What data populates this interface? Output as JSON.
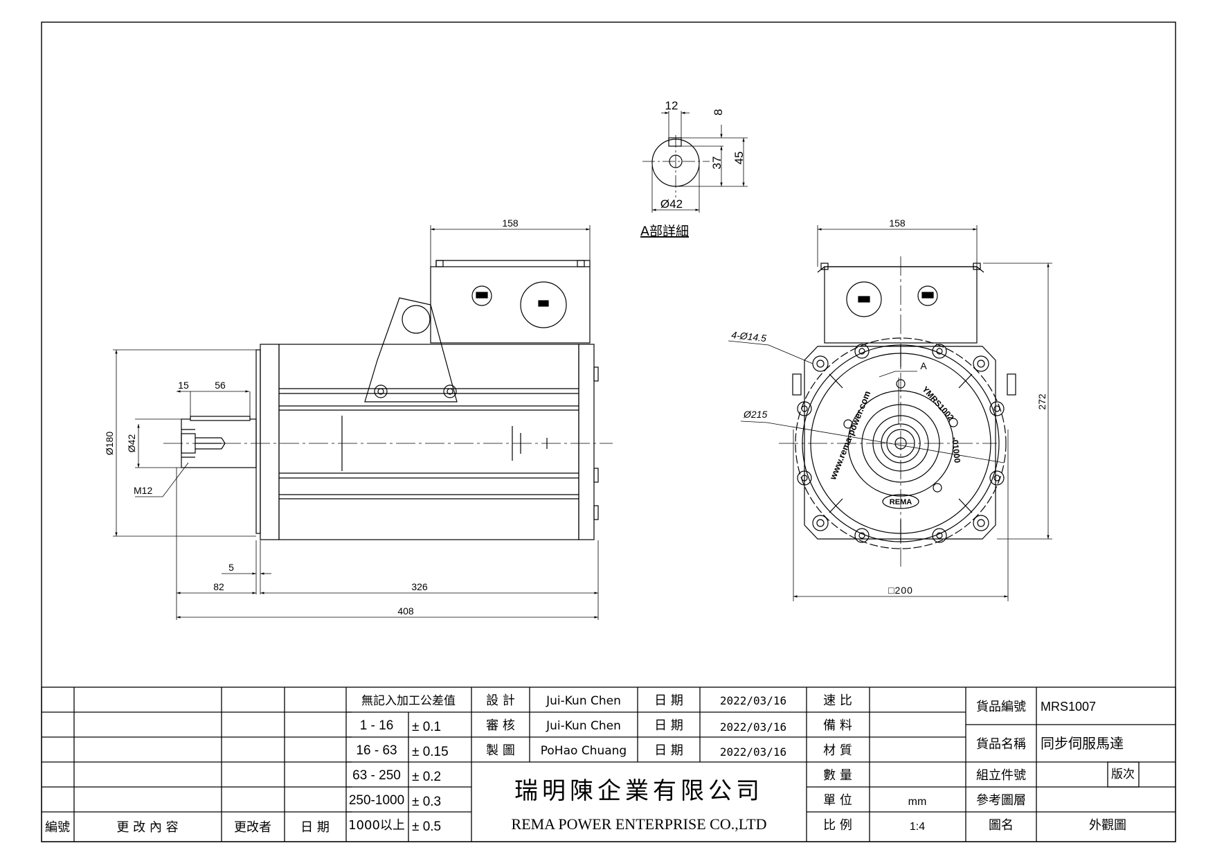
{
  "drawing": {
    "side_view": {
      "dim_terminal_width": "158",
      "dim_key_offset": "15",
      "dim_key_length": "56",
      "dim_flange_dia": "Ø180",
      "dim_shaft_dia": "Ø42",
      "label_thread": "M12",
      "dim_flange_thickness": "5",
      "dim_shaft_length": "82",
      "dim_body_length": "326",
      "dim_total_length": "408"
    },
    "front_view": {
      "dim_terminal_width": "158",
      "label_holes": "4-Ø14.5",
      "label_pcd": "Ø215",
      "label_detail_marker": "A",
      "dim_height": "272",
      "dim_square": "□200",
      "face_text_website": "www.rema-power.com",
      "face_text_model": "YMRS1002",
      "face_text_code": "-01000",
      "face_logo": "REMA"
    },
    "detail": {
      "dim_key_width": "12",
      "dim_key_depth": "8",
      "dim_shaft_key_height": "37",
      "dim_total_height": "45",
      "dim_shaft_dia": "Ø42",
      "title": "A部詳細"
    }
  },
  "title_block": {
    "revision_headers": {
      "number": "編號",
      "content": "更 改 內 容",
      "changer": "更改者",
      "date": "日 期"
    },
    "tolerance": {
      "header": "無記入加工公差值",
      "rows": [
        {
          "range": "1 - 16",
          "tol": "± 0.1"
        },
        {
          "range": "16 - 63",
          "tol": "± 0.15"
        },
        {
          "range": "63 - 250",
          "tol": "± 0.2"
        },
        {
          "range": "250-1000",
          "tol": "± 0.3"
        },
        {
          "range": "1000以上",
          "tol": "± 0.5"
        }
      ]
    },
    "approvals": [
      {
        "role": "設 計",
        "name": "Jui-Kun Chen",
        "date_label": "日 期",
        "date": "2022/03/16"
      },
      {
        "role": "審 核",
        "name": "Jui-Kun Chen",
        "date_label": "日 期",
        "date": "2022/03/16"
      },
      {
        "role": "製 圖",
        "name": "PoHao Chuang",
        "date_label": "日 期",
        "date": "2022/03/16"
      }
    ],
    "company_cn": "瑞明陳企業有限公司",
    "company_en": "REMA POWER ENTERPRISE CO.,LTD",
    "specs": [
      {
        "label": "速 比",
        "value": ""
      },
      {
        "label": "備 料",
        "value": ""
      },
      {
        "label": "材 質",
        "value": ""
      },
      {
        "label": "數 量",
        "value": ""
      },
      {
        "label": "單 位",
        "value": "mm"
      },
      {
        "label": "比 例",
        "value": "1:4"
      }
    ],
    "part_number_label": "貨品編號",
    "part_number": "MRS1007",
    "part_name_label": "貨品名稱",
    "part_name": "同步伺服馬達",
    "assembly_label": "組立件號",
    "version_label": "版次",
    "reference_label": "參考圖層",
    "drawing_name_label": "圖名",
    "drawing_name": "外觀圖"
  }
}
